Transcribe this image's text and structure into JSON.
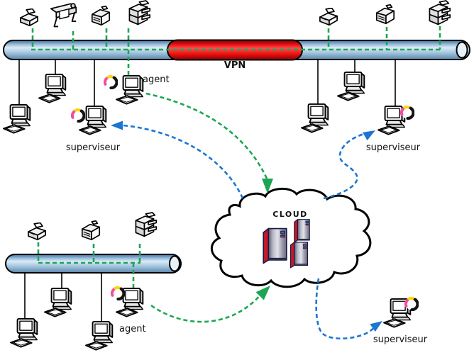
{
  "labels": {
    "vpn": "VPN",
    "cloud": "CLOUD",
    "agent_top": "agent",
    "agent_bottom": "agent",
    "superviseur_top_left": "superviseur",
    "superviseur_top_right": "superviseur",
    "superviseur_bottom_right": "superviseur"
  },
  "colors": {
    "bus_blue": "#7fa9cf",
    "vpn_red": "#ee1111",
    "link_green": "#1ca653",
    "link_blue": "#1b76d1",
    "outline": "#000000",
    "cloud_fill": "#ffffff",
    "server_stripe_red": "#c41927"
  },
  "icons": {
    "printer": "printer-icon",
    "plotter": "plotter-icon",
    "laser_printer": "laser-printer-icon",
    "copier": "copier-printer-icon",
    "computer": "desktop-computer-icon",
    "server": "server-icon",
    "app_swirl": "swirl-app-icon",
    "cloud": "cloud-shape"
  },
  "structure": {
    "top_network_printers": 7,
    "top_network_computers": 7,
    "bottom_network_printers": 3,
    "bottom_network_computers": 4,
    "cloud_servers": 3
  }
}
